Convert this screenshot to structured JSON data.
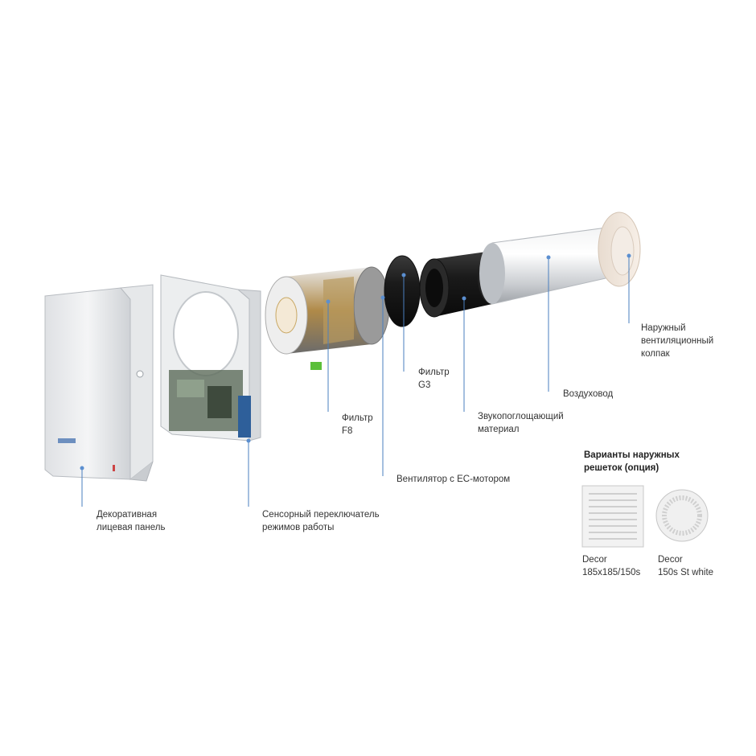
{
  "labels": {
    "panel": [
      "Декоративная",
      "лицевая панель"
    ],
    "sensor": [
      "Сенсорный переключатель",
      "режимов работы"
    ],
    "filter_f8": [
      "Фильтр",
      "F8"
    ],
    "fan": "Вентилятор с ЕС-мотором",
    "filter_g3": [
      "Фильтр",
      "G3"
    ],
    "sound": [
      "Звукопоглощающий",
      "материал"
    ],
    "duct": "Воздуховод",
    "hood": [
      "Наружный",
      "вентиляционный",
      "колпак"
    ]
  },
  "options": {
    "title": [
      "Варианты наружных",
      "решеток (опция)"
    ],
    "items": [
      {
        "line1": "Decor",
        "line2": "185x185/150s"
      },
      {
        "line1": "Decor",
        "line2": "150s St white"
      }
    ]
  },
  "colors": {
    "leader": "#4a7fbf",
    "dot": "#5b8fd0",
    "foam": "#1c1c1c",
    "metal": "#d8dadd"
  }
}
